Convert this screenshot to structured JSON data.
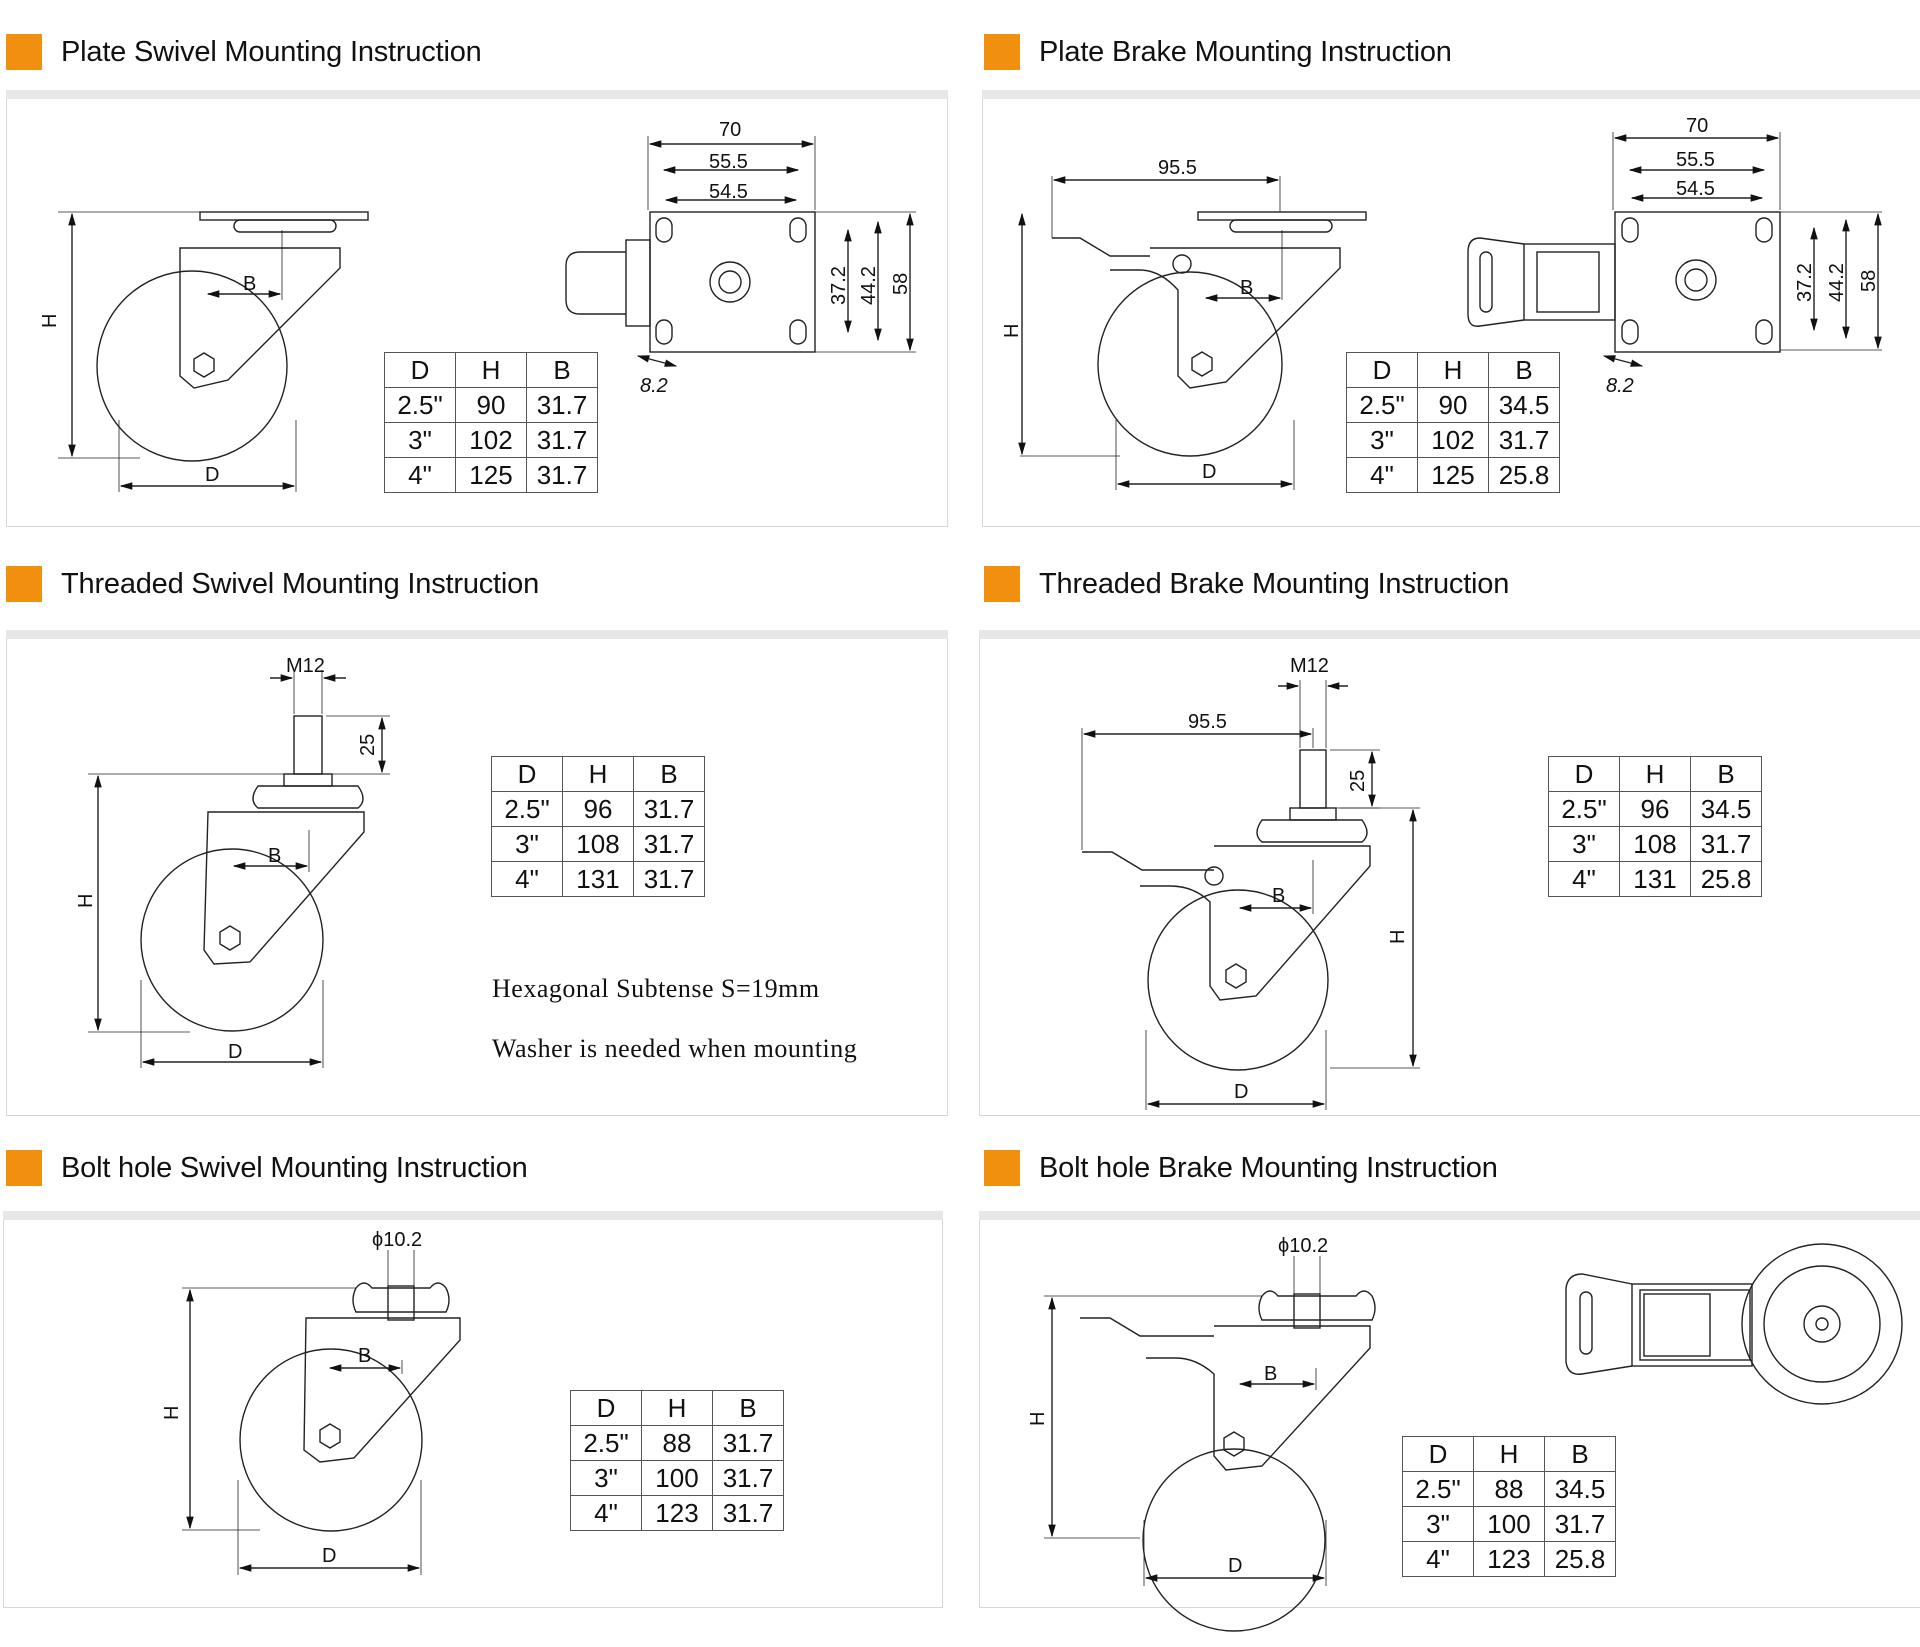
{
  "sections": [
    {
      "title": "Plate Swivel  Mounting Instruction",
      "labels": {
        "H": "H",
        "B": "B",
        "D": "D"
      },
      "plate_dims": {
        "w70": "70",
        "w55": "55.5",
        "w54": "54.5",
        "h37": "37.2",
        "h44": "44.2",
        "h58": "58",
        "hole": "8.2"
      },
      "table": {
        "headers": [
          "D",
          "H",
          "B"
        ],
        "rows": [
          [
            "2.5\"",
            "90",
            "31.7"
          ],
          [
            "3\"",
            "102",
            "31.7"
          ],
          [
            "4\"",
            "125",
            "31.7"
          ]
        ]
      }
    },
    {
      "title": "Plate Brake  Mounting Instruction",
      "labels": {
        "H": "H",
        "B": "B",
        "D": "D",
        "reach": "95.5"
      },
      "plate_dims": {
        "w70": "70",
        "w55": "55.5",
        "w54": "54.5",
        "h37": "37.2",
        "h44": "44.2",
        "h58": "58",
        "hole": "8.2"
      },
      "table": {
        "headers": [
          "D",
          "H",
          "B"
        ],
        "rows": [
          [
            "2.5\"",
            "90",
            "34.5"
          ],
          [
            "3\"",
            "102",
            "31.7"
          ],
          [
            "4\"",
            "125",
            "25.8"
          ]
        ]
      }
    },
    {
      "title": "Threaded Swivel  Mounting Instruction",
      "labels": {
        "H": "H",
        "B": "B",
        "D": "D",
        "thread": "M12",
        "len": "25"
      },
      "table": {
        "headers": [
          "D",
          "H",
          "B"
        ],
        "rows": [
          [
            "2.5\"",
            "96",
            "31.7"
          ],
          [
            "3\"",
            "108",
            "31.7"
          ],
          [
            "4\"",
            "131",
            "31.7"
          ]
        ]
      },
      "notes": [
        "Hexagonal Subtense S=19mm",
        "Washer is needed when mounting"
      ]
    },
    {
      "title": "Threaded Brake  Mounting Instruction",
      "labels": {
        "H": "H",
        "B": "B",
        "D": "D",
        "thread": "M12",
        "len": "25",
        "reach": "95.5"
      },
      "table": {
        "headers": [
          "D",
          "H",
          "B"
        ],
        "rows": [
          [
            "2.5\"",
            "96",
            "34.5"
          ],
          [
            "3\"",
            "108",
            "31.7"
          ],
          [
            "4\"",
            "131",
            "25.8"
          ]
        ]
      }
    },
    {
      "title": "Bolt hole Swivel  Mounting Instruction",
      "labels": {
        "H": "H",
        "B": "B",
        "D": "D",
        "bore": "ϕ10.2"
      },
      "table": {
        "headers": [
          "D",
          "H",
          "B"
        ],
        "rows": [
          [
            "2.5\"",
            "88",
            "31.7"
          ],
          [
            "3\"",
            "100",
            "31.7"
          ],
          [
            "4\"",
            "123",
            "31.7"
          ]
        ]
      }
    },
    {
      "title": "Bolt hole Brake Mounting Instruction",
      "labels": {
        "H": "H",
        "B": "B",
        "D": "D",
        "bore": "ϕ10.2"
      },
      "table": {
        "headers": [
          "D",
          "H",
          "B"
        ],
        "rows": [
          [
            "2.5\"",
            "88",
            "34.5"
          ],
          [
            "3\"",
            "100",
            "31.7"
          ],
          [
            "4\"",
            "123",
            "25.8"
          ]
        ]
      }
    }
  ],
  "colors": {
    "accent": "#f0900e",
    "line": "#222222",
    "panel_border": "#d6d6d6"
  }
}
